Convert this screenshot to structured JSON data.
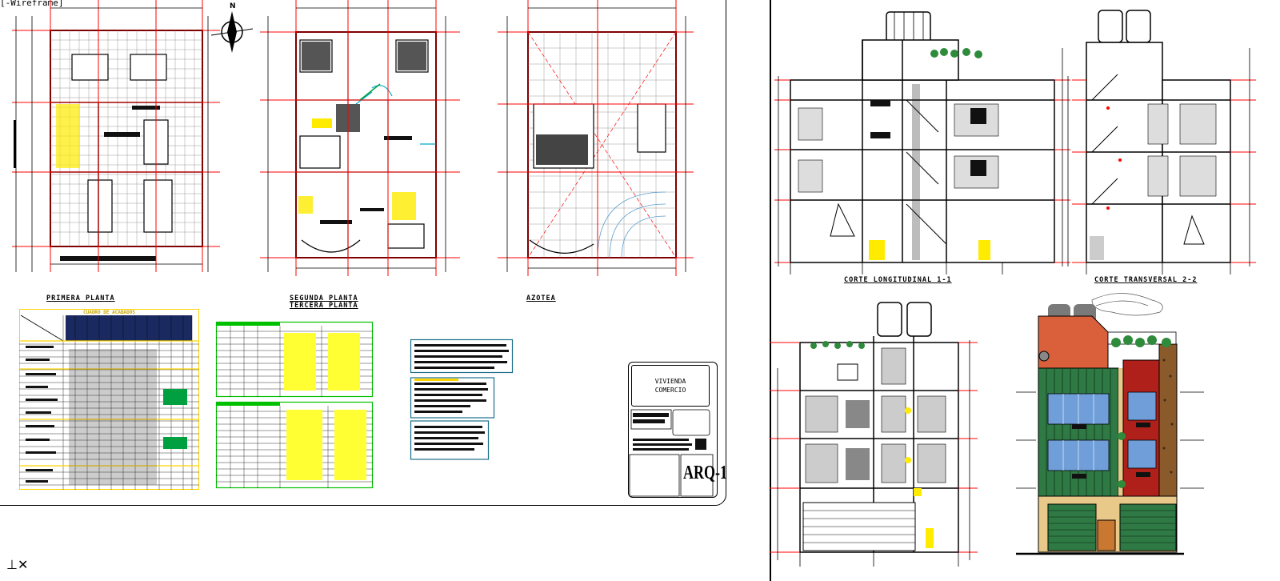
{
  "viewport": {
    "label": "[-Wireframe]"
  },
  "plans": [
    {
      "caption": "PRIMERA PLANTA"
    },
    {
      "caption": "SEGUNDA PLANTA",
      "caption2": "TERCERA PLANTA"
    },
    {
      "caption": "AZOTEA"
    }
  ],
  "compass": {
    "label": "N"
  },
  "finishes_table": {
    "title": "CUADRO DE ACABADOS"
  },
  "sections": [
    {
      "caption": "CORTE LONGITUDINAL 1-1"
    },
    {
      "caption": "CORTE TRANSVERSAL 2-2"
    }
  ],
  "title_block": {
    "project_line1": "VIVIENDA",
    "project_line2": "COMERCIO",
    "sheet_number": "ARQ-1"
  },
  "colors": {
    "dimension_marks": "#ff0000",
    "table_border": "#ffd400",
    "table_fill": "#ffff33",
    "table2_border": "#00c000",
    "notes_border": "#1a6f8a",
    "facade_red": "#b0201a",
    "facade_green": "#2f7a44"
  }
}
